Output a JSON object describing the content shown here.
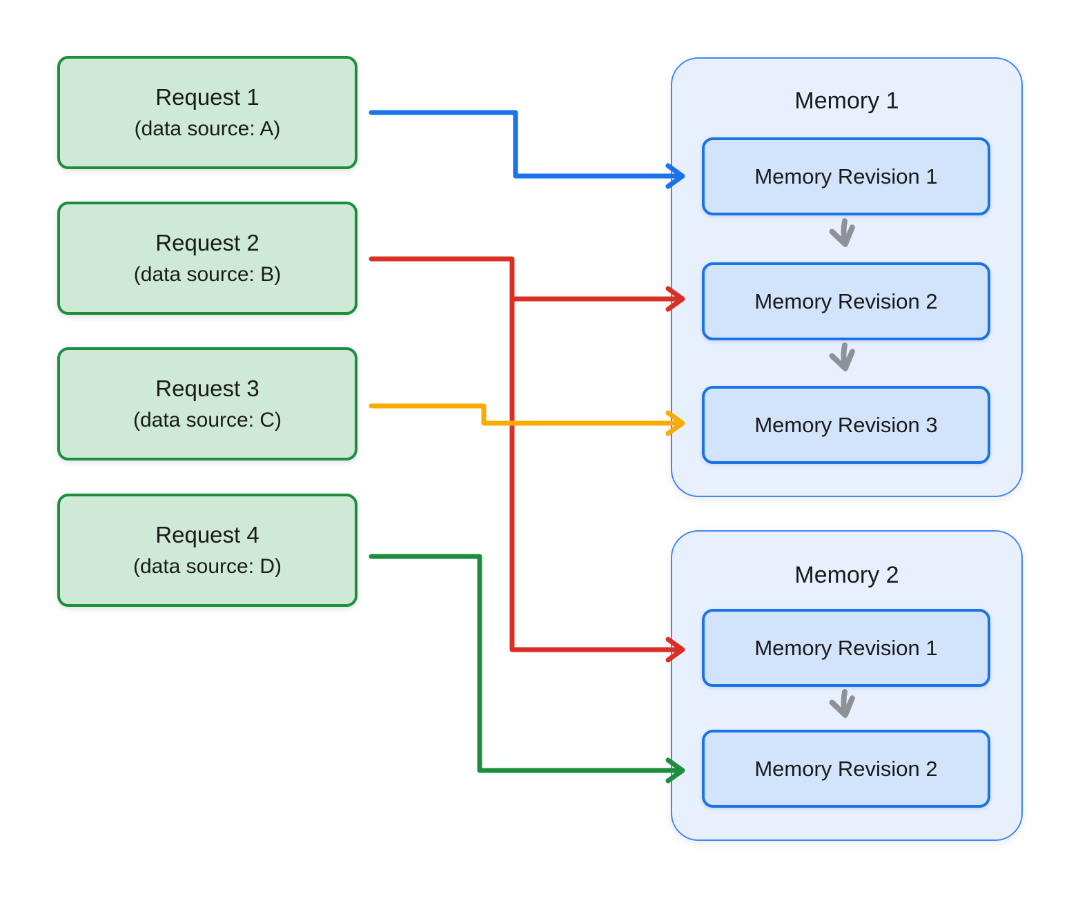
{
  "requests": [
    {
      "title": "Request 1",
      "subtitle": "(data source: A)"
    },
    {
      "title": "Request 2",
      "subtitle": "(data source: B)"
    },
    {
      "title": "Request 3",
      "subtitle": "(data source: C)"
    },
    {
      "title": "Request 4",
      "subtitle": "(data source: D)"
    }
  ],
  "memories": [
    {
      "title": "Memory 1",
      "revisions": [
        {
          "label": "Memory Revision 1"
        },
        {
          "label": "Memory Revision 2"
        },
        {
          "label": "Memory Revision 3"
        }
      ]
    },
    {
      "title": "Memory 2",
      "revisions": [
        {
          "label": "Memory Revision 1"
        },
        {
          "label": "Memory Revision 2"
        }
      ]
    }
  ],
  "connections": [
    {
      "from": "Request 1",
      "to": "Memory 1 / Memory Revision 1",
      "color": "#1a73e8"
    },
    {
      "from": "Request 2",
      "to": "Memory 1 / Memory Revision 2",
      "color": "#d93025"
    },
    {
      "from": "Request 2",
      "to": "Memory 2 / Memory Revision 1",
      "color": "#d93025"
    },
    {
      "from": "Request 3",
      "to": "Memory 1 / Memory Revision 3",
      "color": "#f9ab00"
    },
    {
      "from": "Request 4",
      "to": "Memory 2 / Memory Revision 2",
      "color": "#1e8e3e"
    }
  ],
  "colors": {
    "arrow_blue": "#1a73e8",
    "arrow_red": "#d93025",
    "arrow_yellow": "#f9ab00",
    "arrow_green": "#1e8e3e",
    "arrow_gray": "#8e9196",
    "request_fill": "#ceead6",
    "request_border": "#1e8e3e",
    "memory_fill": "#e8f0fe",
    "memory_border": "#4285f4",
    "revision_fill": "#d2e3fc",
    "revision_border": "#1a73e8",
    "text": "#1a1a1a"
  }
}
